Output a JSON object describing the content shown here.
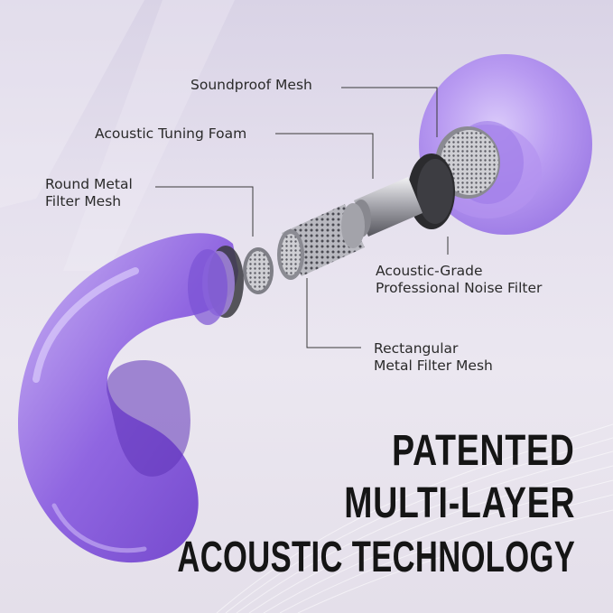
{
  "labels": {
    "soundproof_mesh": "Soundproof Mesh",
    "acoustic_tuning_foam": "Acoustic Tuning Foam",
    "round_metal_line1": "Round Metal",
    "round_metal_line2": "Filter Mesh",
    "acoustic_grade_line1": "Acoustic-Grade",
    "acoustic_grade_line2": "Professional Noise Filter",
    "rectangular_line1": "Rectangular",
    "rectangular_line2": "Metal Filter Mesh"
  },
  "headline": {
    "line1": "PATENTED",
    "line2": "MULTI-LAYER",
    "line3": "ACOUSTIC TECHNOLOGY"
  },
  "colors": {
    "accent_purple": "#8a64d6",
    "text_dark": "#151515"
  }
}
